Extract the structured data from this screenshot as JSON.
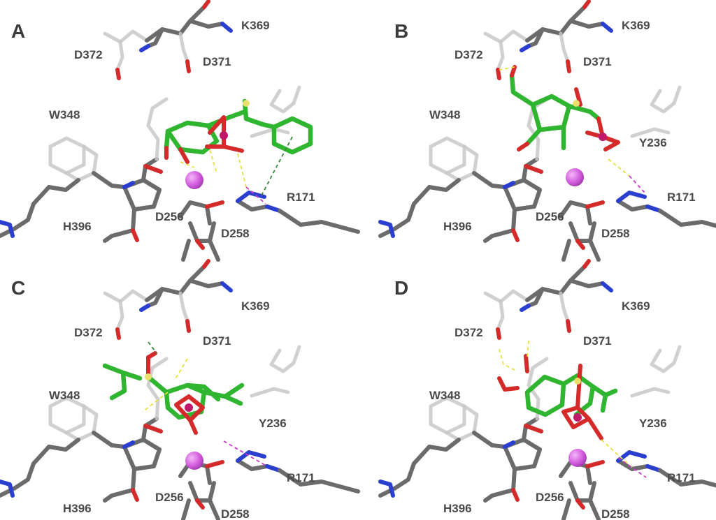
{
  "panels": [
    {
      "letter": "A",
      "residues": [
        "K369",
        "D372",
        "D371",
        "W348",
        "R171",
        "H396",
        "D256",
        "D258"
      ],
      "ligand": "thioglycoside-phenyl"
    },
    {
      "letter": "B",
      "residues": [
        "K369",
        "D372",
        "D371",
        "W348",
        "Y236",
        "R171",
        "H396",
        "D256",
        "D258"
      ],
      "ligand": "furanose-phosphate"
    },
    {
      "letter": "C",
      "residues": [
        "K369",
        "D372",
        "D371",
        "W348",
        "Y236",
        "R171",
        "H396",
        "D256",
        "D258"
      ],
      "ligand": "sulfonyl-bicyclic"
    },
    {
      "letter": "D",
      "residues": [
        "K369",
        "D372",
        "D371",
        "W348",
        "Y236",
        "R171",
        "H396",
        "D256",
        "D258"
      ],
      "ligand": "thio-bicyclic"
    }
  ],
  "colors": {
    "carbon_protein": "#6b6b6b",
    "carbon_ligand": "#2fb52f",
    "nitrogen": "#2a3fcf",
    "oxygen": "#d42a2a",
    "sulfur": "#e8e06a",
    "phosphorus": "#c0186a",
    "metal_ion": "#d65fe0",
    "hbond_yellow": "#e8e03a",
    "hbond_magenta": "#c83ac8",
    "hbond_green": "#3a8a3a"
  }
}
